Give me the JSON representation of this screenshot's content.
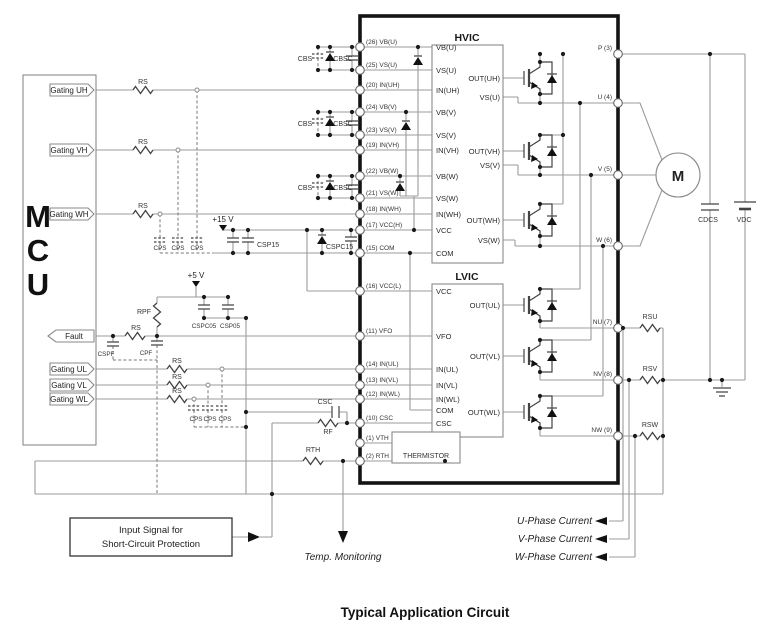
{
  "title": "Typical Application Circuit",
  "mcu": {
    "l1": "M",
    "l2": "C",
    "l3": "U",
    "gating_uh": "Gating UH",
    "gating_vh": "Gating VH",
    "gating_wh": "Gating WH",
    "fault": "Fault",
    "gating_ul": "Gating UL",
    "gating_vl": "Gating VL",
    "gating_wl": "Gating WL"
  },
  "supplies": {
    "v15": "+15 V",
    "v5": "+5 V"
  },
  "parts": {
    "rs": "RS",
    "rpf": "RPF",
    "rf": "RF",
    "rth": "RTH",
    "rsu": "RSU",
    "rsv": "RSV",
    "rsw": "RSW",
    "cbs": "CBS",
    "cbsc": "CBSC",
    "cps": "CPS",
    "csp15": "CSP15",
    "cspc15": "CSPC15",
    "cspc05": "CSPC05",
    "csp05": "CSP05",
    "cspf": "CSPF",
    "cpf": "CPF",
    "csc": "CSC",
    "cdcs": "CDCS",
    "vdc": "VDC",
    "thermistor": "THERMISTOR"
  },
  "module": {
    "pins_left": [
      "(26) VB(U)",
      "(25) VS(U)",
      "(20) IN(UH)",
      "(24) VB(V)",
      "(23) VS(V)",
      "(19) IN(VH)",
      "(22) VB(W)",
      "(21) VS(W)",
      "(18) IN(WH)",
      "(17) VCC(H)",
      "(15) COM",
      "(16) VCC(L)",
      "(11) VFO",
      "(14) IN(UL)",
      "(13) IN(VL)",
      "(12) IN(WL)",
      "(10) CSC",
      "(1) VTH",
      "(2) RTH"
    ],
    "pins_right": [
      "P (3)",
      "U (4)",
      "V (5)",
      "W (6)",
      "NU (7)",
      "NV (8)",
      "NW (9)"
    ],
    "hvic": {
      "title": "HVIC",
      "left": [
        "VB(U)",
        "VS(U)",
        "IN(UH)",
        "VB(V)",
        "VS(V)",
        "IN(VH)",
        "VB(W)",
        "VS(W)",
        "IN(WH)",
        "VCC",
        "COM"
      ],
      "right": [
        "OUT(UH)",
        "VS(U)",
        "OUT(VH)",
        "VS(V)",
        "OUT(WH)",
        "VS(W)"
      ]
    },
    "lvic": {
      "title": "LVIC",
      "left": [
        "VCC",
        "VFO",
        "IN(UL)",
        "IN(VL)",
        "IN(WL)",
        "COM",
        "CSC"
      ],
      "right": [
        "OUT(UL)",
        "OUT(VL)",
        "OUT(WL)"
      ]
    }
  },
  "motor": {
    "label": "M"
  },
  "notes": {
    "sc1": "Input Signal for",
    "sc2": "Short-Circuit Protection",
    "temp": "Temp. Monitoring",
    "u": "U-Phase Current",
    "v": "V-Phase Current",
    "w": "W-Phase Current"
  }
}
